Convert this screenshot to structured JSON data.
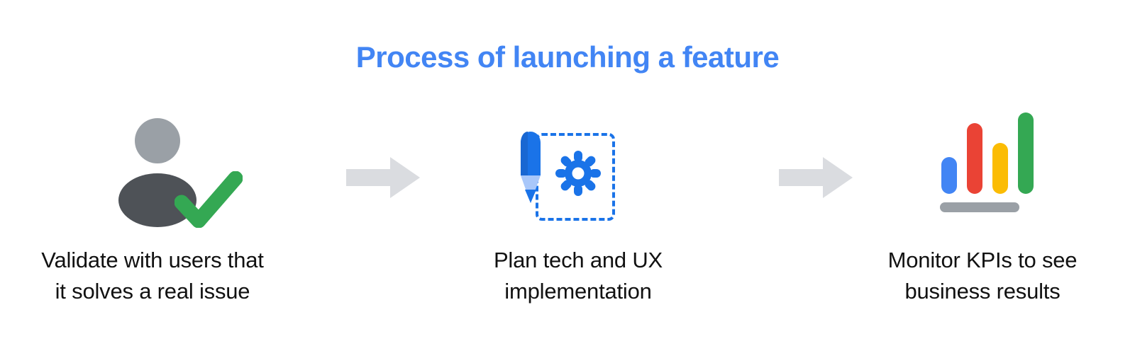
{
  "title": "Process of launching a feature",
  "colors": {
    "title_blue": "#4285F4",
    "arrow_gray": "#DADCE0",
    "text_black": "#111111",
    "person_head_gray": "#9AA0A6",
    "person_body_gray": "#4E5257",
    "check_green": "#34A853",
    "pencil_blue": "#1A73E8",
    "pencil_blue_dark": "#1967D2",
    "pencil_tip_light": "#A8C7FA",
    "gear_blue": "#1A73E8",
    "bar_blue": "#4285F4",
    "bar_red": "#EA4335",
    "bar_yellow": "#FBBC04",
    "bar_green": "#34A853",
    "base_gray": "#9AA0A6"
  },
  "steps": [
    {
      "index": 1,
      "icon": "user-check-icon",
      "caption_lines": [
        "Validate with users that",
        "it solves a real issue"
      ]
    },
    {
      "index": 2,
      "icon": "pencil-gear-icon",
      "caption_lines": [
        "Plan tech and UX",
        "implementation"
      ]
    },
    {
      "index": 3,
      "icon": "bar-chart-icon",
      "caption_lines": [
        "Monitor KPIs to see",
        "business results"
      ]
    }
  ],
  "arrows": [
    {
      "index": 1,
      "icon": "arrow-right-icon"
    },
    {
      "index": 2,
      "icon": "arrow-right-icon"
    }
  ],
  "chart_data": {
    "type": "bar",
    "title": "",
    "categories": [
      "1",
      "2",
      "3",
      "4"
    ],
    "values": [
      52,
      100,
      72,
      115
    ],
    "colors": [
      "#4285F4",
      "#EA4335",
      "#FBBC04",
      "#34A853"
    ],
    "xlabel": "",
    "ylabel": "",
    "ylim": [
      0,
      120
    ],
    "grid": false,
    "legend": "none"
  }
}
